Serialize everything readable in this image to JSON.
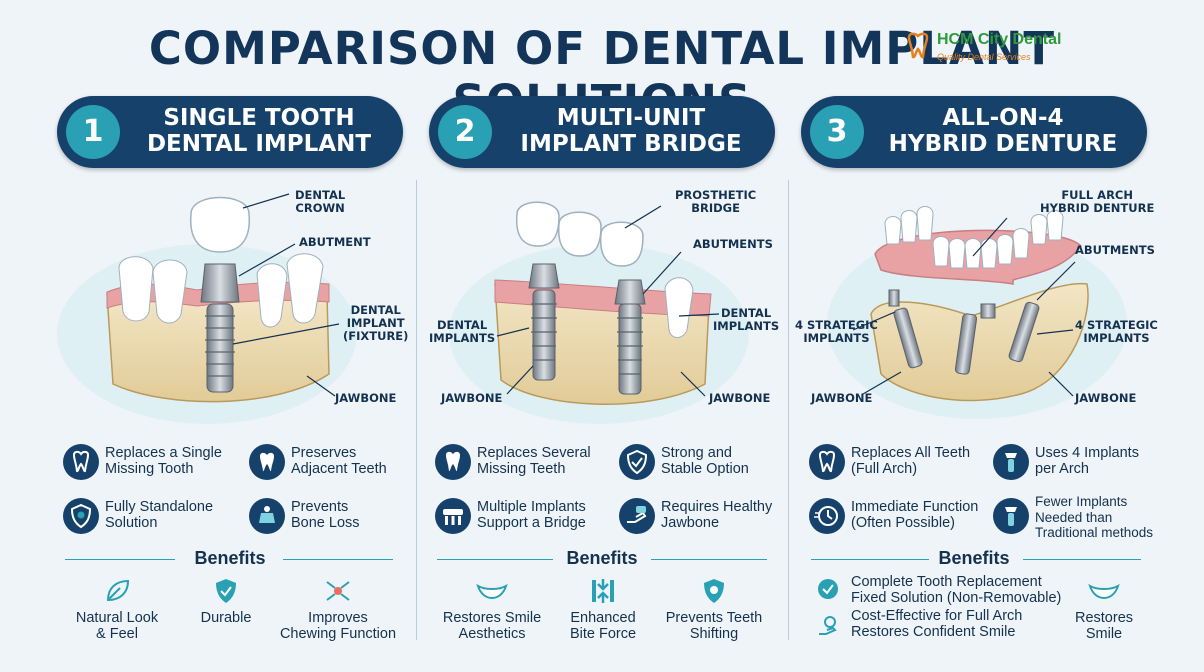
{
  "title": "COMPARISON OF DENTAL IMPLANT SOLUTIONS",
  "logo": {
    "name": "HCM City Dental",
    "tagline": "Quality Dental Services"
  },
  "colors": {
    "navy": "#16416a",
    "teal": "#2aa0b4",
    "gum": "#e9a2a4",
    "bone": "#ecdcb6",
    "tooth": "#ffffff",
    "metal": "#9aa3ad"
  },
  "columns": [
    {
      "number": "1",
      "title_line1": "SINGLE TOOTH",
      "title_line2": "DENTAL IMPLANT",
      "callouts": {
        "a1": "DENTAL",
        "a2": "CROWN",
        "b1": "ABUTMENT",
        "c1": "DENTAL",
        "c2": "IMPLANT",
        "c3": "(FIXTURE)",
        "d1": "JAWBONE"
      },
      "features": [
        {
          "icon": "tooth-icon",
          "line1": "Replaces a Single",
          "line2": "Missing Tooth"
        },
        {
          "icon": "tooth-sparkle-icon",
          "line1": "Preserves",
          "line2": "Adjacent Teeth"
        },
        {
          "icon": "shield-tooth-icon",
          "line1": "Fully Standalone",
          "line2": "Solution"
        },
        {
          "icon": "bone-icon",
          "line1": "Prevents",
          "line2": "Bone Loss"
        }
      ],
      "benefits_label": "Benefits",
      "benefits": [
        {
          "icon": "leaf-icon",
          "line1": "Natural Look",
          "line2": "& Feel"
        },
        {
          "icon": "shield-check-icon",
          "line1": "Durable",
          "line2": ""
        },
        {
          "icon": "chewing-icon",
          "line1": "Improves",
          "line2": "Chewing Function"
        }
      ]
    },
    {
      "number": "2",
      "title_line1": "MULTI-UNIT",
      "title_line2": "IMPLANT BRIDGE",
      "callouts": {
        "a1": "PROSTHETIC",
        "a2": "BRIDGE",
        "b1": "ABUTMENTS",
        "c1": "DENTAL",
        "c2": "IMPLANTS",
        "e1": "DENTAL",
        "e2": "IMPLANTS",
        "d1": "JAWBONE",
        "f1": "JAWBONE"
      },
      "features": [
        {
          "icon": "tooth-icon",
          "line1": "Replaces Several",
          "line2": "Missing Teeth"
        },
        {
          "icon": "shield-check-icon",
          "line1": "Strong and",
          "line2": "Stable Option"
        },
        {
          "icon": "implants-bridge-icon",
          "line1": "Multiple Implants",
          "line2": "Support a Bridge"
        },
        {
          "icon": "hand-bone-icon",
          "line1": "Requires Healthy",
          "line2": "Jawbone"
        }
      ],
      "benefits_label": "Benefits",
      "benefits": [
        {
          "icon": "smile-icon",
          "line1": "Restores Smile",
          "line2": "Aesthetics"
        },
        {
          "icon": "bite-arrows-icon",
          "line1": "Enhanced",
          "line2": "Bite Force"
        },
        {
          "icon": "shield-tooth-icon",
          "line1": "Prevents Teeth",
          "line2": "Shifting"
        }
      ]
    },
    {
      "number": "3",
      "title_line1": "ALL-ON-4",
      "title_line2": "HYBRID DENTURE",
      "callouts": {
        "a1": "FULL ARCH",
        "a2": "HYBRID DENTURE",
        "b1": "ABUTMENTS",
        "c1": "4 STRATEGIC",
        "c2": "IMPLANTS",
        "e1": "4 STRATEGIC",
        "e2": "IMPLANTS",
        "d1": "JAWBONE",
        "f1": "JAWBONE"
      },
      "features": [
        {
          "icon": "tooth-icon",
          "line1": "Replaces All Teeth",
          "line2": "(Full Arch)"
        },
        {
          "icon": "implant-icon",
          "line1": "Uses 4 Implants",
          "line2": "per Arch"
        },
        {
          "icon": "clock-icon",
          "line1": "Immediate Function",
          "line2": "(Often Possible)"
        },
        {
          "icon": "implant-icon",
          "line1": "Fewer Implants",
          "line2": "Needed than",
          "line3": "Traditional methods"
        }
      ],
      "benefits_label": "Benefits",
      "benefits_list": [
        {
          "icon": "check-circle-icon",
          "line1": "Complete Tooth Replacement",
          "line2": "Fixed Solution (Non-Removable)"
        },
        {
          "icon": "money-hand-icon",
          "line1": "Cost-Effective for Full Arch",
          "line2": "Restores Confident Smile"
        }
      ],
      "benefit_side": {
        "icon": "smile-icon",
        "line1": "Restores",
        "line2": "Smile"
      }
    }
  ]
}
